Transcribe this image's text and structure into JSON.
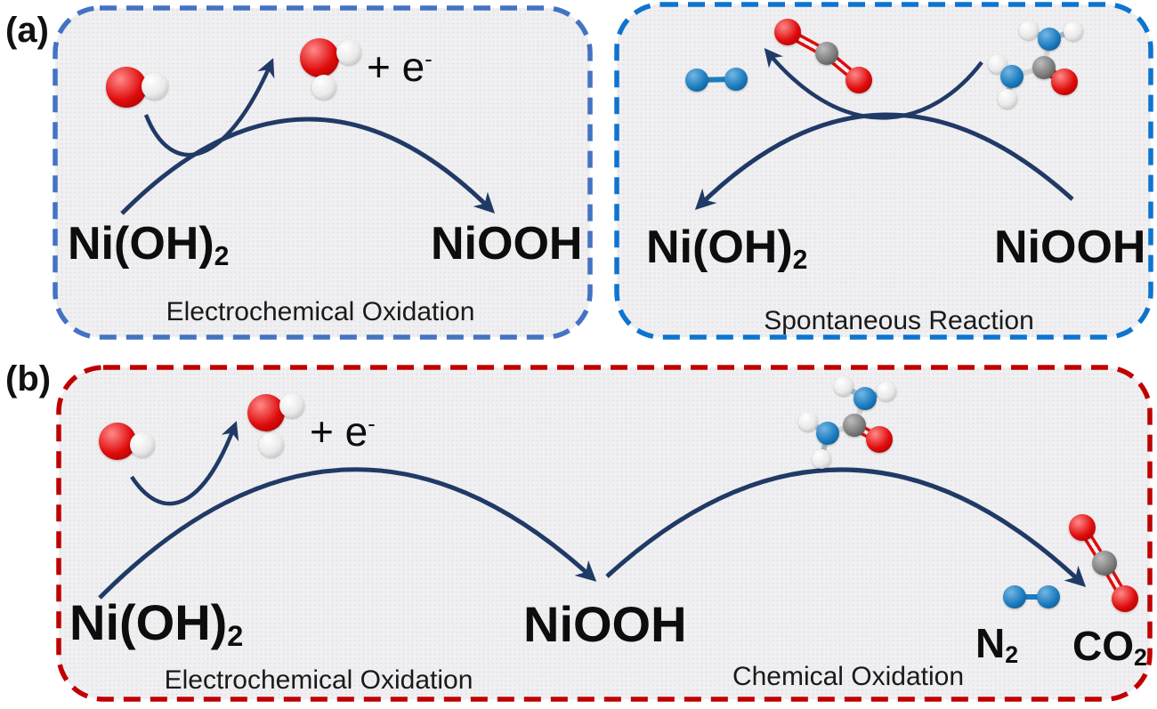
{
  "panel_labels": {
    "a": "(a)",
    "b": "(b)"
  },
  "captions": {
    "electrochemical": "Electrochemical Oxidation",
    "spontaneous": "Spontaneous Reaction",
    "chemical": "Chemical Oxidation"
  },
  "formulas": {
    "ni_oh_2": {
      "base": "Ni(OH)",
      "sub": "2"
    },
    "niooh": "NiOOH",
    "n2": {
      "base": "N",
      "sub": "2"
    },
    "co2": {
      "base": "CO",
      "sub": "2"
    },
    "electron": {
      "plus": "+",
      "base": "e",
      "sup": "-"
    }
  },
  "molecules": {
    "hydroxide": "OH ball-and-stick (red O, white H)",
    "water": "H2O ball-and-stick (red O, two white H)",
    "urea": "CO(NH2)2 ball-and-stick (gray C, red O, blue N, white H)",
    "nitrogen": "N2 ball-and-stick (two blue N)",
    "carbon_dioxide": "CO2 ball-and-stick (gray C, two red O)"
  },
  "colors": {
    "text": "#111111",
    "panel_bg": "#f0eff1",
    "border_a_left": "#4472c4",
    "border_a_right": "#0d74cf",
    "border_b": "#c00000",
    "arrow": "#203a66",
    "oxygen": "#e00c0c",
    "hydrogen": "#e9e9e9",
    "nitrogen": "#1c7cc0",
    "carbon": "#7d7d7d"
  }
}
